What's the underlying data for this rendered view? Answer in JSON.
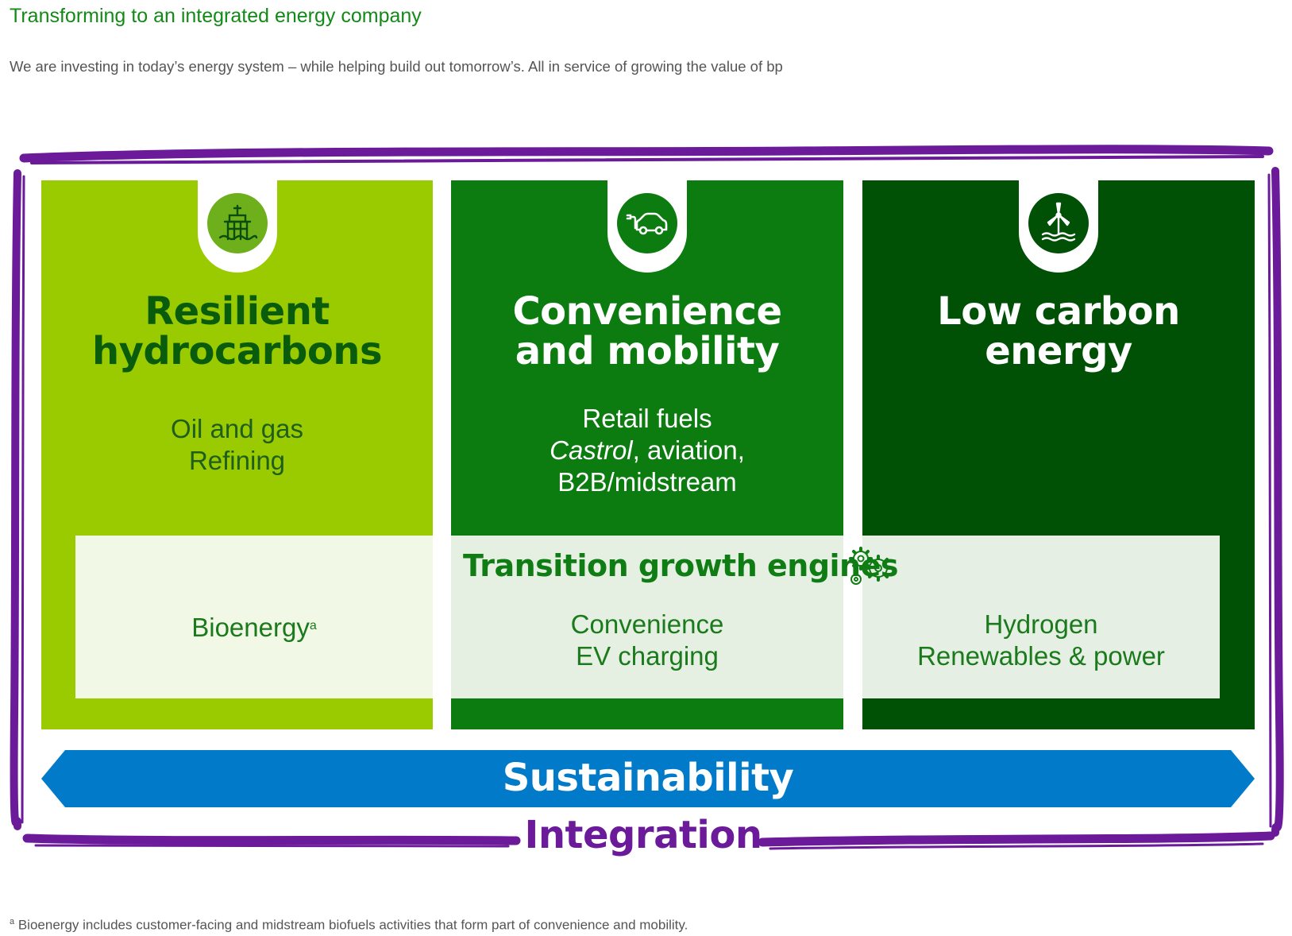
{
  "header": {
    "title": "Transforming to an integrated energy company",
    "subtitle": "We are investing in today’s energy system – while helping build out tomorrow’s. All in service of growing the value of bp"
  },
  "columns": [
    {
      "heading_line1": "Resilient",
      "heading_line2": "hydrocarbons",
      "body": [
        "Oil and gas",
        "Refining"
      ],
      "icon": "offshore-platform-icon",
      "color": "#9acb00"
    },
    {
      "heading_line1": "Convenience",
      "heading_line2": "and mobility",
      "body_line1": "Retail fuels",
      "body_line2_italic": "Castrol",
      "body_line2_rest": ", aviation,",
      "body_line3": "B2B/midstream",
      "icon": "electric-car-icon",
      "color": "#0c7c10"
    },
    {
      "heading_line1": "Low carbon",
      "heading_line2": "energy",
      "icon": "wind-turbine-icon",
      "color": "#005006"
    }
  ],
  "engines": {
    "title": "Transition growth engines",
    "icon": "gears-icon",
    "panels": [
      {
        "lines": [
          "Bioenergy"
        ],
        "superscript": "a"
      },
      {
        "lines": [
          "Convenience",
          "EV charging"
        ]
      },
      {
        "lines": [
          "Hydrogen",
          "Renewables & power"
        ]
      }
    ]
  },
  "sustainability": {
    "label": "Sustainability",
    "color": "#007ac9"
  },
  "integration": {
    "label": "Integration",
    "color": "#6b1a9a"
  },
  "footnote": {
    "marker": "a",
    "text": " Bioenergy includes customer-facing and midstream biofuels activities that form part of convenience and mobility."
  }
}
